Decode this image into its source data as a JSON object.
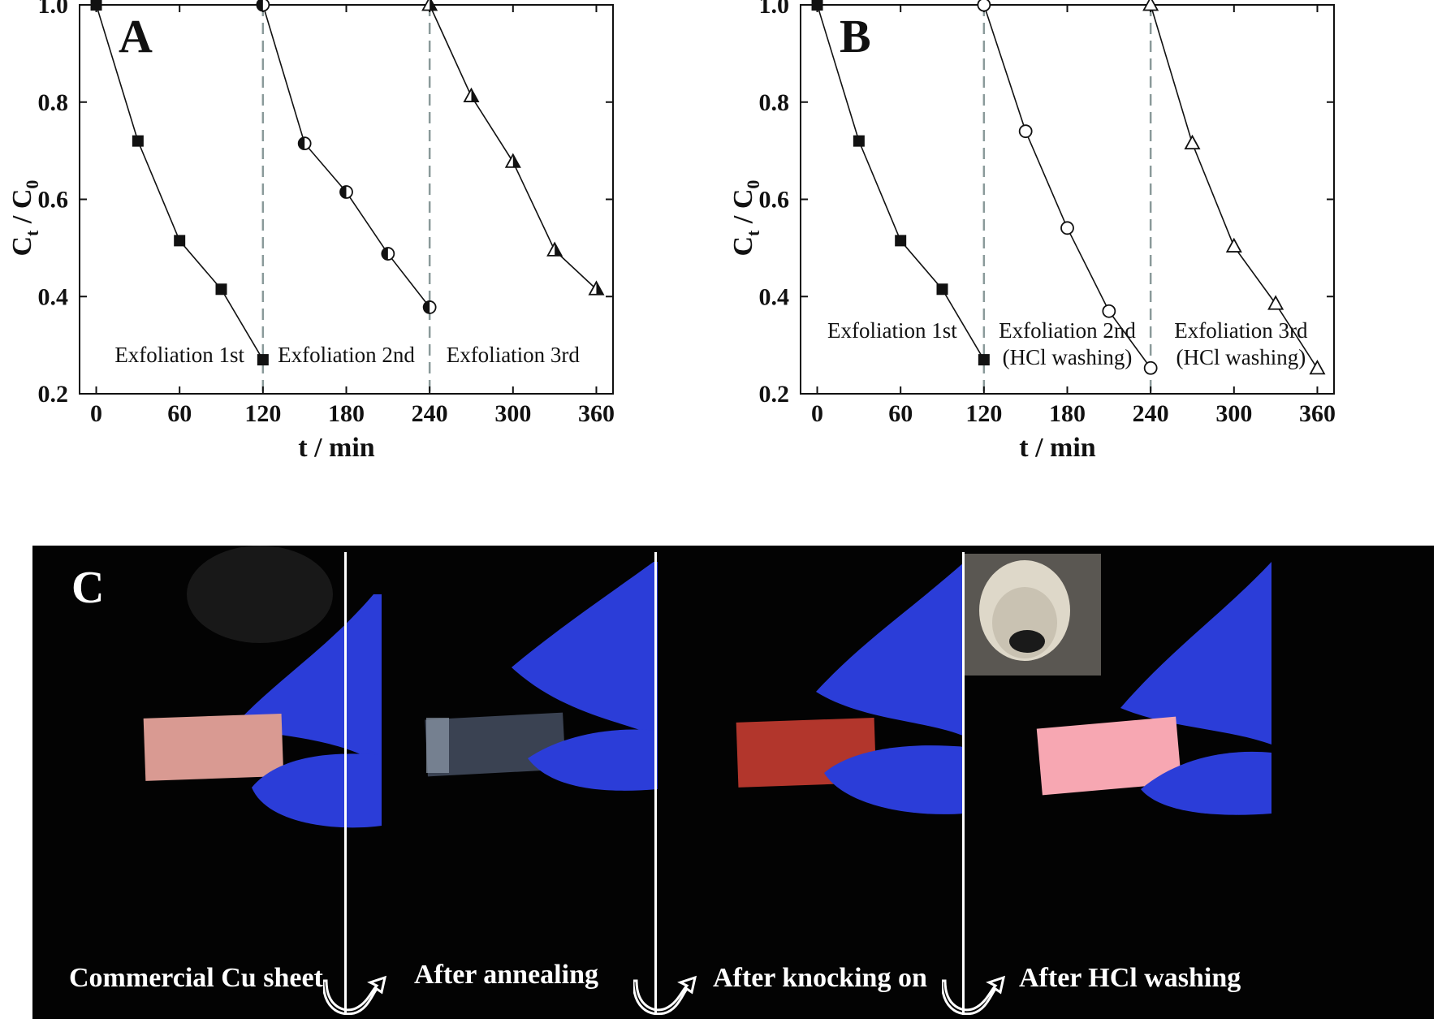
{
  "chart_data": [
    {
      "type": "line",
      "panel_label": "A",
      "xlabel": "t / min",
      "ylabel_main": "C",
      "ylabel_sub1": "t",
      "ylabel_sub2": "0",
      "xlim": [
        -12,
        372
      ],
      "ylim": [
        0.2,
        1.0
      ],
      "xticks": [
        0,
        60,
        120,
        180,
        240,
        300,
        360
      ],
      "xtick_labels": [
        "0",
        "60",
        "120",
        "180",
        "240",
        "300",
        "360"
      ],
      "yticks": [
        0.2,
        0.4,
        0.6,
        0.8,
        1.0
      ],
      "ytick_labels": [
        "0.2",
        "0.4",
        "0.6",
        "0.8",
        "1.0"
      ],
      "grid": false,
      "vlines": [
        120,
        240
      ],
      "series": [
        {
          "marker": "filled-square",
          "x": [
            0,
            30,
            60,
            90,
            120
          ],
          "y": [
            1.0,
            0.72,
            0.515,
            0.415,
            0.27
          ]
        },
        {
          "marker": "half-filled-circle",
          "x": [
            120,
            150,
            180,
            210,
            240
          ],
          "y": [
            1.0,
            0.715,
            0.615,
            0.488,
            0.378
          ]
        },
        {
          "marker": "half-filled-triangle",
          "x": [
            240,
            270,
            300,
            330,
            360
          ],
          "y": [
            1.0,
            0.812,
            0.677,
            0.495,
            0.415
          ]
        }
      ],
      "annotations": [
        {
          "lines": [
            "Exfoliation 1st"
          ],
          "x": 60,
          "y": 0.265
        },
        {
          "lines": [
            "Exfoliation 2nd"
          ],
          "x": 180,
          "y": 0.265
        },
        {
          "lines": [
            "Exfoliation 3rd"
          ],
          "x": 300,
          "y": 0.265
        }
      ]
    },
    {
      "type": "line",
      "panel_label": "B",
      "xlabel": "t / min",
      "ylabel_main": "C",
      "ylabel_sub1": "t",
      "ylabel_sub2": "0",
      "xlim": [
        -12,
        372
      ],
      "ylim": [
        0.2,
        1.0
      ],
      "xticks": [
        0,
        60,
        120,
        180,
        240,
        300,
        360
      ],
      "xtick_labels": [
        "0",
        "60",
        "120",
        "180",
        "240",
        "300",
        "360"
      ],
      "yticks": [
        0.2,
        0.4,
        0.6,
        0.8,
        1.0
      ],
      "ytick_labels": [
        "0.2",
        "0.4",
        "0.6",
        "0.8",
        "1.0"
      ],
      "grid": false,
      "vlines": [
        120,
        240
      ],
      "series": [
        {
          "marker": "filled-square",
          "x": [
            0,
            30,
            60,
            90,
            120
          ],
          "y": [
            1.0,
            0.72,
            0.515,
            0.415,
            0.27
          ]
        },
        {
          "marker": "open-circle",
          "x": [
            120,
            150,
            180,
            210,
            240
          ],
          "y": [
            1.0,
            0.74,
            0.541,
            0.37,
            0.253
          ]
        },
        {
          "marker": "open-triangle",
          "x": [
            240,
            270,
            300,
            330,
            360
          ],
          "y": [
            1.0,
            0.715,
            0.503,
            0.385,
            0.252
          ]
        }
      ],
      "annotations": [
        {
          "lines": [
            "Exfoliation 1st"
          ],
          "x": 54,
          "y": 0.315
        },
        {
          "lines": [
            "Exfoliation 2nd",
            "(HCl washing)"
          ],
          "x": 180,
          "y": 0.315
        },
        {
          "lines": [
            "Exfoliation 3rd",
            "(HCl washing)"
          ],
          "x": 305,
          "y": 0.315
        }
      ]
    }
  ],
  "photo_panel": {
    "label": "C",
    "captions": [
      "Commercial Cu sheet",
      "After annealing",
      "After knocking on",
      "After HCl washing"
    ],
    "colors": {
      "background": "#030303",
      "glove": "#2b3dd8",
      "copper_raw": "#d99a92",
      "annealed": "#3a4252",
      "knocked": "#b2362c",
      "washed": "#f7a7b2",
      "crucible": "#ded8c9"
    },
    "icons": [
      "curved-arrow-icon",
      "curved-arrow-icon",
      "curved-arrow-icon"
    ]
  }
}
